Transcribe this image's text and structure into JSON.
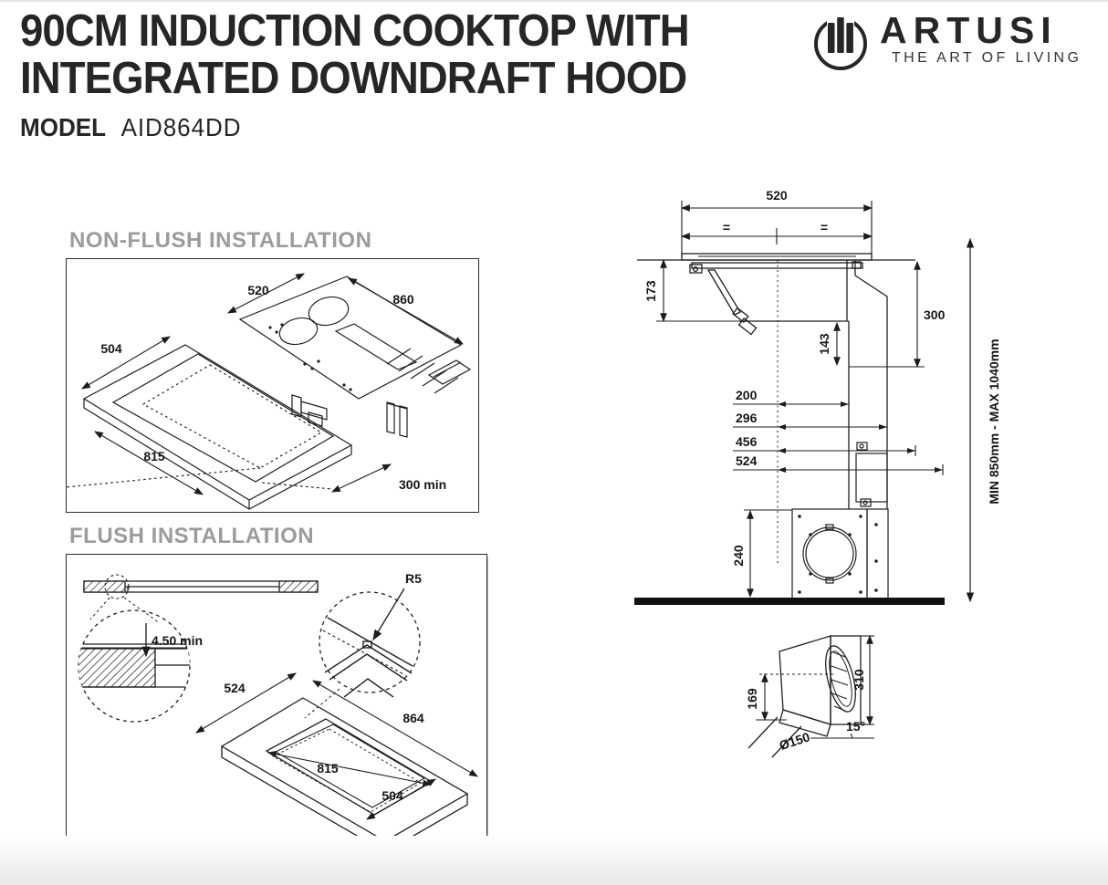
{
  "page": {
    "title_line1": "90CM INDUCTION COOKTOP WITH",
    "title_line2": "INTEGRATED DOWNDRAFT HOOD",
    "model_label": "MODEL",
    "model_value": "AID864DD"
  },
  "brand": {
    "name": "ARTUSI",
    "tagline": "THE ART OF LIVING"
  },
  "nonflush": {
    "heading": "NON-FLUSH INSTALLATION",
    "d520": "520",
    "d860": "860",
    "d504": "504",
    "d815": "815",
    "d300": "300 min"
  },
  "flush": {
    "heading": "FLUSH INSTALLATION",
    "r5": "R5",
    "recess": "4.50 min",
    "d524": "524",
    "d864": "864",
    "d815": "815",
    "d504": "504"
  },
  "elevation": {
    "d520": "520",
    "eq": "=",
    "d173": "173",
    "d300": "300",
    "d143": "143",
    "d200": "200",
    "d296": "296",
    "d456": "456",
    "d524": "524",
    "d240": "240",
    "range": "MIN 850mm - MAX 1040mm"
  },
  "motor": {
    "d169": "169",
    "d310": "310",
    "d150": "Ø150",
    "angle": "15°"
  },
  "colors": {
    "ink": "#1f1f1f",
    "heading_gray": "#9b9b9b",
    "background": "#ffffff"
  }
}
